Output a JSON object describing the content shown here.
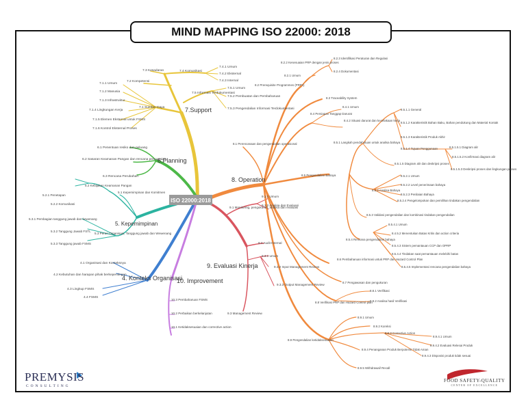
{
  "title": "MIND MAPPING ISO 22000: 2018",
  "center": "ISO 22000:2018",
  "branches": {
    "support": "7.Support",
    "planning": "6.Planning",
    "kepemimpinan": "5. Kepemimpinan",
    "konteks": "4. Konteks Organisasi",
    "improvement": "10. Improvement",
    "evaluasi": "9. Evaluasi Kinerja",
    "operation": "8. Operation"
  },
  "support_items": {
    "kesadaran": "7.3 Kesadaran",
    "komunikasi": "7.4 Komunikasi",
    "k741": "7.4.1 Umum",
    "k742": "7.4.2 Eksternal",
    "k743": "7.4.3 Internal",
    "kompetensi": "7.2 Kompetensi",
    "informasi": "7.5 Informasi Terdokumentasi",
    "i751": "7.5.1 Umum",
    "i752": "7.5.2 Pembuatan dan Pembaharuan",
    "i753": "7.5.3 Pengendalian Informasi Terdokumentasi",
    "sumber_daya": "7.1 Sumber Daya",
    "s711": "7.1.1 Umum",
    "s712": "7.1.2 Manusia",
    "s713": "7.1.3 Infrastruktur",
    "s714": "7.1.4 Lingkungan Kerja",
    "s715": "7.1.5 Elemen Eksternal untuk FSMS",
    "s716": "7.1.6 Kontrol Eksternal Proses"
  },
  "planning_items": {
    "p61": "6.1 Penentuan resiko dan peluang",
    "p62": "6.2 Sasaran Keamanan Pangan dan rencana pencapaian",
    "p63": "6.3 Rencana Perubahan"
  },
  "kepemimpinan_items": {
    "k52": "5.2 Kebijakan Keamanan Pangan",
    "k521": "5.2.1 Penetapan",
    "k522": "5.2.2 Komunikasi",
    "k51": "5.1 Kepemimpinan dan Komitmen",
    "k531": "5.3.1 Pembagian tanggung jawab dan kewenang",
    "k532": "5.3.2 Tanggung Jawab FSTL",
    "k533": "5.3.3 Tanggung jawab FSMS",
    "k53": "5.3 Peran Organisasi, Tanggung jawab dan Wewenang"
  },
  "konteks_items": {
    "k41": "4.1 Organisasi dan Konteksnya",
    "k42": "4.2 Kebutuhan dan harapan pihak berkepentingan",
    "k43": "4.3 Lingkup FSMS",
    "k44": "4.4 FSMS"
  },
  "improvement_items": {
    "i103": "10.3 Pembaharuan FSMS",
    "i102": "10.2 Perbaikan berkelanjutan",
    "i101": "10.1 Ketidaksesuaian dan corrective action"
  },
  "evaluasi_items": {
    "e91": "9.1 Monitoring, pengukuran, analisa dan evaluasi",
    "e911": "9.1.1 Umum",
    "e912": "9.1.2 Analisa dan Evaluasi",
    "e92": "9.2 Audit Internal",
    "e93": "9.3 Management Review",
    "e931": "9.3.1 umum",
    "e932": "9.3.2 Input Management Review",
    "e933": "9.3.3 Output Management Review"
  },
  "operation_items": {
    "o81": "8.1 Perencanaan dan pengendalian operasional",
    "o82": "8.2 Prerequisite Programmes (PRPs)",
    "o821": "8.2.1 Umum",
    "o822": "8.2.2 Kesesuaian PRP dengan jenis proses",
    "o823": "8.2.3 Identifikasi Peraturan dan Regulasi",
    "o824": "8.2.4 Dokumentasi",
    "o83": "8.3 Traceability System",
    "o84": "8.4 Persiapan Tanggap Darurat",
    "o841": "8.4.1 Umum",
    "o842": "8.4.2 Situasi darurat dan kecelakaan kerja",
    "o85": "8.5 Pengendalian Bahaya",
    "o851": "8.5.1 Langkah pendahuluan untuk analisa bahaya",
    "o8511": "8.5.1.1 General",
    "o8512": "8.5.1.2 Karakteristik Bahan Baku, Bahan pendukung dan Material Kontak",
    "o8513": "8.5.1.3 Karakteristik Produk Akhir",
    "o8514": "8.5.1.4 Tujuan Penggunaan",
    "o8515": "8.5.1.5 Diagram alir dan deskripsi proses",
    "o85151": "8.5.1.5.1 Diagram alir",
    "o85152": "8.5.1.5.2 Konfirmasi diagram alir",
    "o85153": "8.5.1.5.3 Deskripsi proses dan lingkungan proses",
    "o852": "8.5.2 Analisa Bahaya",
    "o8521": "8.5.2.1 Umum",
    "o8522": "8.5.2.2 Level penerimaan bahaya",
    "o8523": "8.5.2.3 Penilaian Bahaya",
    "o8524": "8.5.2.4 Pengelompokan dan pemilihan tindakan pengendalian",
    "o853": "8.5.3 Validasi pengendalian dan kombinasi tindakan pengendalian",
    "o854": "8.5.4 Rencana pengendalian bahaya",
    "o8541": "8.5.4.1 Umum",
    "o8542": "8.4.5.2 Menentukan Batas Kritis dan action criteria",
    "o8543": "8.5.4.3 Sistem pemantauan CCP dan OPRP",
    "o8544": "8.5.4.4 Tindakan saat pemantauan melebihi batas",
    "o8545": "8.5.4.5 Implementasi rencana pengendalian bahaya",
    "o86": "8.6 Pembaharuan informasi untuk PRP dan Hazard Control Plan",
    "o87": "8.7 Pengawasan dan pengukuran",
    "o88": "8.8 Verifikasi PRP dan Hazard Control plan",
    "o881": "8.8.1 Verifikasi",
    "o882": "8.8.2 Analisa hasil Verifikasi",
    "o89": "8.9 Pengendalian ketidaksesuaian",
    "o891": "8.9.1 Umum",
    "o892": "8.9.2 Koreksi",
    "o893": "8.9.3 Corrective Action",
    "o894": "8.9.4 Penanganan Produk Berpotensi Tidak Aman",
    "o895": "8.9.5 Withdrawal/ Recall",
    "o8941": "8.9.4.1 Umum",
    "o8942": "8.9.4.2 Evaluasi Relesai Produk",
    "o8943": "8.9.4.3 Disposisi produk tidak sesuai"
  },
  "logos": {
    "premysis": "PREMYSIS",
    "premysis_sub": "CONSULTING",
    "fsq": "FOOD SAFETY-QUALITY",
    "fsq_sub": "CENTER OF EXCELLENCE"
  },
  "colors": {
    "support": "#e8c53a",
    "planning": "#4db848",
    "kepemimpinan": "#2bb3a0",
    "konteks": "#3f7fd0",
    "improvement": "#c77de0",
    "evaluasi": "#d9555f",
    "operation": "#f08a3e"
  }
}
